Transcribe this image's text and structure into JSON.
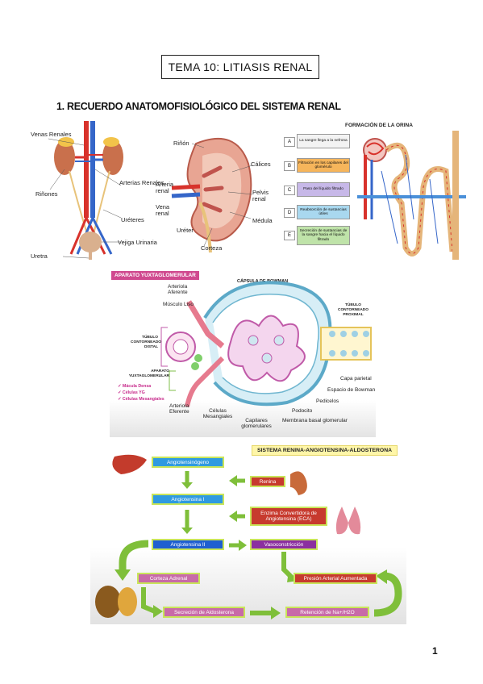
{
  "title": "TEMA 10: LITIASIS RENAL",
  "section_heading": "1.  RECUERDO ANATOMOFISIOLÓGICO DEL SISTEMA RENAL",
  "urinary_system": {
    "labels": [
      "Venas Renales",
      "Arterias Renales",
      "Riñones",
      "Uréteres",
      "Vejiga Urinaria",
      "Uretra"
    ]
  },
  "kidney": {
    "labels": [
      "Riñón",
      "Cálices",
      "Arteria renal",
      "Pelvis renal",
      "Vena renal",
      "Médula",
      "Uréter",
      "Corteza"
    ]
  },
  "urine_formation": {
    "title": "FORMACIÓN DE LA ORINA",
    "steps": [
      {
        "letter": "A",
        "text": "La sangre llega a la nefrona",
        "color": "#f3f3f3"
      },
      {
        "letter": "B",
        "text": "Filtración en los capilares del glomérulo",
        "color": "#f6b55b"
      },
      {
        "letter": "C",
        "text": "Paso del líquido filtrado",
        "color": "#c7b8e8"
      },
      {
        "letter": "D",
        "text": "Reabsorción de sustancias útiles",
        "color": "#a9d8ef"
      },
      {
        "letter": "E",
        "text": "Secreción de sustancias de la sangre hacia el líquido filtrado",
        "color": "#bfe3a9"
      }
    ]
  },
  "juxtaglomerular": {
    "header": "APARATO YUXTAGLOMERULAR",
    "capsule_title": "CÁPSULA DE BOWMAN",
    "labels": {
      "afferent": "Arteriola Aferente",
      "smooth_muscle": "Músculo Liso",
      "distal": "TÚBULO CONTORNEADO DISTAL",
      "proximal": "TÚBULO CONTORNEADO PROXIMAL",
      "apparatus": "APARATO YUXTAGLOMERULAR",
      "efferent": "Arteriola Eferente",
      "mesangial": "Células Mesangiales",
      "capillaries": "Capilares glomerulares",
      "podocyte": "Podocito",
      "membrane": "Membrana basal glomerular",
      "parietal": "Capa parietal",
      "bowman_space": "Espacio de Bowman",
      "pedicels": "Pedicelos"
    },
    "legend": [
      "Mácula Densa",
      "Células YG",
      "Células Mesangiales"
    ]
  },
  "raas": {
    "title": "SISTEMA RENINA-ANGIOTENSINA-ALDOSTERONA",
    "nodes": {
      "angiotensinogen": "Angiotensinógeno",
      "renin": "Renina",
      "angiotensin1": "Angiotensina I",
      "eca": "Enzima Convertidora de Angiotensina (ECA)",
      "angiotensin2": "Angiotensina II",
      "vasoconstriction": "Vasoconstricción",
      "adrenal": "Corteza Adrenal",
      "pressure": "Presión Arterial Aumentada",
      "aldosterone": "Secreción de Aldosterona",
      "retention": "Retención de Na+/H2O"
    }
  },
  "page_number": "1"
}
